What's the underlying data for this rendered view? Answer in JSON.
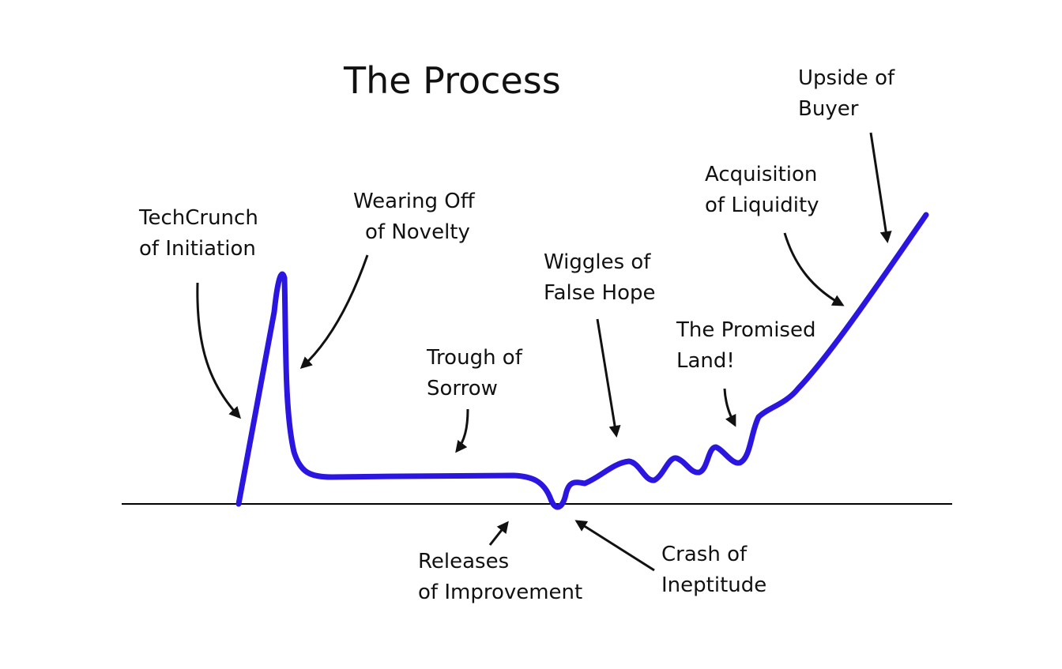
{
  "title": "The Process",
  "colors": {
    "curve": "#2a16e0",
    "ink": "#111111",
    "baseline": "#000000"
  },
  "labels": {
    "techcrunch": [
      "TechCrunch",
      "of Initiation"
    ],
    "novelty": [
      "Wearing Off",
      "of Novelty"
    ],
    "trough": [
      "Trough of",
      "Sorrow"
    ],
    "wiggles": [
      "Wiggles of",
      "False Hope"
    ],
    "promised": [
      "The Promised",
      "Land!"
    ],
    "acquisition": [
      "Acquisition",
      "of Liquidity"
    ],
    "upside": [
      "Upside of",
      "Buyer"
    ],
    "releases": [
      "Releases",
      "of Improvement"
    ],
    "crash": [
      "Crash of",
      "Ineptitude"
    ]
  }
}
